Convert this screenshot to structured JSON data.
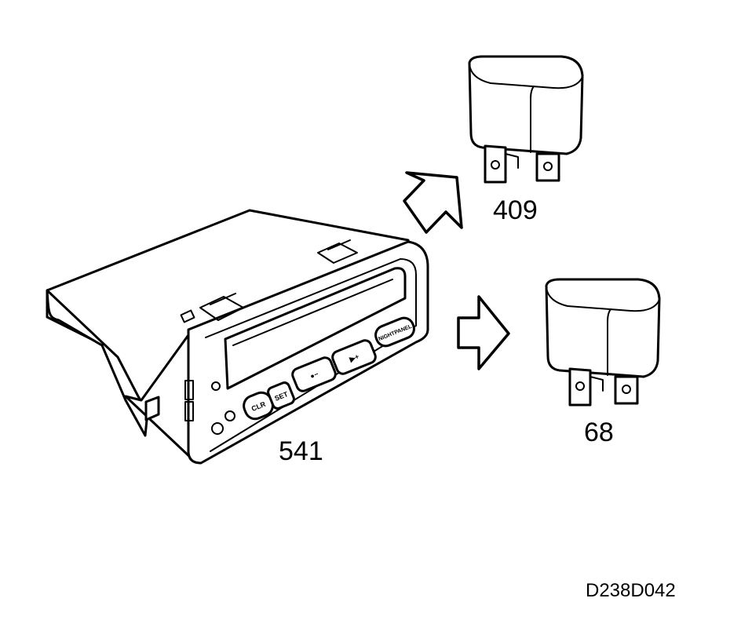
{
  "labels": {
    "display_unit": "541",
    "relay_top": "409",
    "relay_bottom": "68",
    "reference": "D238D042"
  },
  "buttons": {
    "clr": "CLR",
    "set": "SET",
    "minus": "●−",
    "plus": "▶+",
    "night": "NIGHTPANEL"
  }
}
